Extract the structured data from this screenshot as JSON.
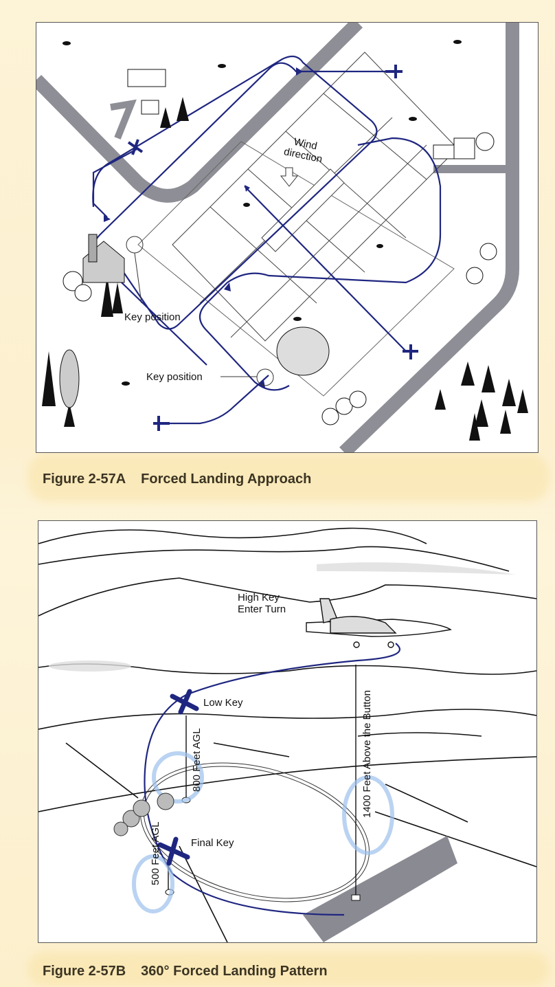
{
  "figure_a": {
    "number": "Figure 2-57A",
    "title": "Forced Landing Approach",
    "labels": {
      "wind_direction": "Wind direction",
      "key_position_upper": "Key position",
      "key_position_lower": "Key position"
    }
  },
  "figure_b": {
    "number": "Figure 2-57B",
    "title": "360° Forced Landing Pattern",
    "labels": {
      "high_key": "High Key",
      "enter_turn": "Enter Turn",
      "low_key": "Low Key",
      "altitude_800": "800 Feet AGL",
      "altitude_1400": "1400 Feet Above the Button",
      "final_key": "Final Key",
      "altitude_500": "500 Feet AGL"
    }
  },
  "colors": {
    "pattern": "#1f2680",
    "road": "#8e8e96",
    "caption": "#3b3423"
  }
}
